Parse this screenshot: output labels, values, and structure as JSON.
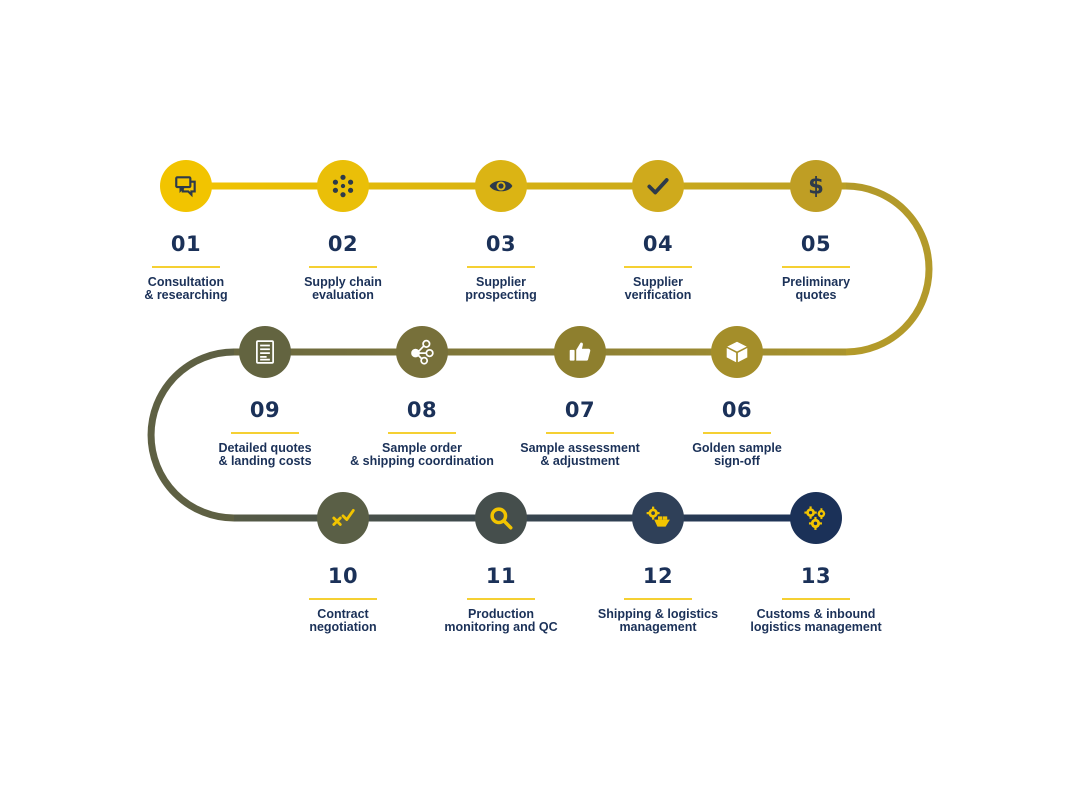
{
  "steps": [
    {
      "num": "01",
      "label": "Consultation\n& researching",
      "icon": "chat-bubbles-icon",
      "color": "#f2c400",
      "fg": "#2d3a4a"
    },
    {
      "num": "02",
      "label": "Supply chain\nevaluation",
      "icon": "network-circle-icon",
      "color": "#eabf08",
      "fg": "#2d3a4a"
    },
    {
      "num": "03",
      "label": "Supplier\nprospecting",
      "icon": "eye-icon",
      "color": "#dbb414",
      "fg": "#2d3a4a"
    },
    {
      "num": "04",
      "label": "Supplier\nverification",
      "icon": "checkmark-icon",
      "color": "#cfaa1c",
      "fg": "#2d3a4a"
    },
    {
      "num": "05",
      "label": "Preliminary\nquotes",
      "icon": "dollar-icon",
      "color": "#bf9e24",
      "fg": "#2d3a4a"
    },
    {
      "num": "06",
      "label": "Golden sample\nsign-off",
      "icon": "box-icon",
      "color": "#a48e2a",
      "fg": "#ffffff"
    },
    {
      "num": "07",
      "label": "Sample assessment\n& adjustment",
      "icon": "thumbs-up-icon",
      "color": "#8e7f2e",
      "fg": "#ffffff"
    },
    {
      "num": "08",
      "label": "Sample order\n& shipping coordination",
      "icon": "nodes-icon",
      "color": "#77703a",
      "fg": "#ffffff"
    },
    {
      "num": "09",
      "label": "Detailed quotes\n& landing costs",
      "icon": "document-list-icon",
      "color": "#636440",
      "fg": "#ffffff"
    },
    {
      "num": "10",
      "label": "Contract\nnegotiation",
      "icon": "cross-check-icon",
      "color": "#5a5f46",
      "fg": "#f2c400"
    },
    {
      "num": "11",
      "label": "Production\nmonitoring and QC",
      "icon": "magnifier-icon",
      "color": "#454e4c",
      "fg": "#f2c400"
    },
    {
      "num": "12",
      "label": "Shipping & logistics\nmanagement",
      "icon": "ship-gear-icon",
      "color": "#2f4058",
      "fg": "#f2c400"
    },
    {
      "num": "13",
      "label": "Customs & inbound\nlogistics management",
      "icon": "gears-icon",
      "color": "#1b3158",
      "fg": "#f2c400"
    }
  ]
}
